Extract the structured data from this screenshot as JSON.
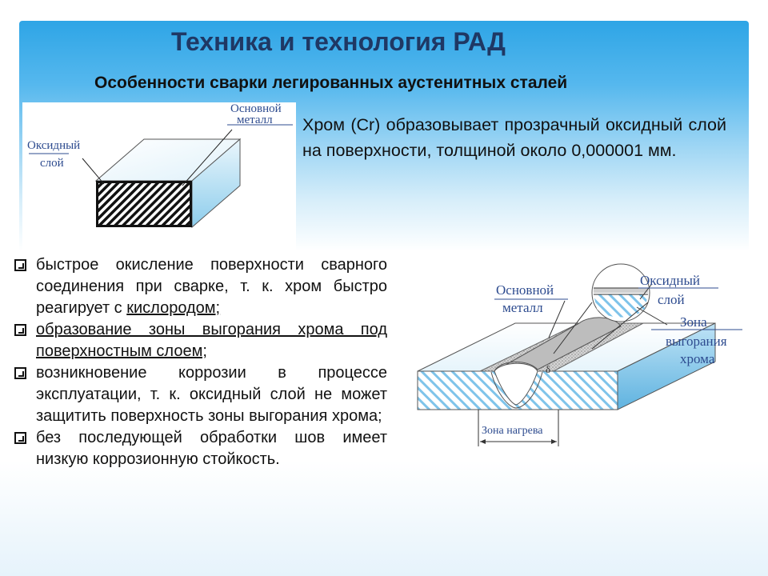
{
  "slide": {
    "title": "Техника и технология РАД",
    "subtitle": "Особенности сварки легированных аустенитных сталей"
  },
  "figure1": {
    "label_base_metal_line1": "Основной",
    "label_base_metal_line2": "металл",
    "label_oxide_line1": "Оксидный",
    "label_oxide_line2": "слой"
  },
  "chromium_text": "Хром (Cr) образовывает прозрачный оксидный слой на поверхности, толщиной около 0,000001 мм.",
  "bullets": [
    {
      "text": "быстрое окисление поверхности сварного соединения при сварке, т. к. хром быстро реагирует с ",
      "underlined": "кислородом;"
    },
    {
      "text": "",
      "underlined": "образование зоны выгорания хрома под поверхностным слоем;"
    },
    {
      "text": "возникновение коррозии в процессе эксплуатации, т. к. оксидный слой не может защитить поверхность зоны выгорания хрома;",
      "underlined": ""
    },
    {
      "text": "без последующей обработки шов имеет низкую коррозионную стойкость.",
      "underlined": ""
    }
  ],
  "figure2": {
    "label_base_metal_line1": "Основной",
    "label_base_metal_line2": "металл",
    "label_oxide_line1": "Оксидный",
    "label_oxide_line2": "слой",
    "label_burnout_line1": "Зона",
    "label_burnout_line2": "выгорания",
    "label_burnout_line3": "хрома",
    "label_heat_zone": "Зона нагрева",
    "label_theta": "δ"
  }
}
